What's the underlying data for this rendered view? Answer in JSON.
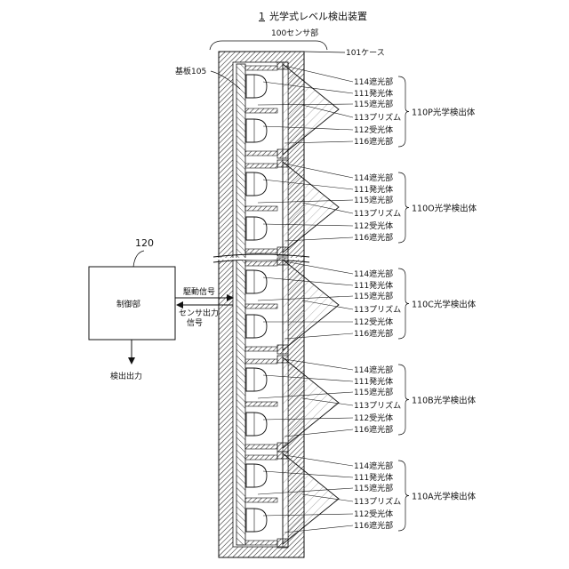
{
  "title_num": "1",
  "title_text": "光学式レベル検出装置",
  "sensor_label": "100センサ部",
  "case_label": "101ケース",
  "board_label": "基板105",
  "controller": {
    "number": "120",
    "label": "制御部",
    "output_label": "検出出力",
    "drive_signal": "駆動信号",
    "sensor_output_line1": "センサ出力",
    "sensor_output_line2": "信号"
  },
  "detectors": [
    {
      "group_label": "110P光学検出体",
      "labels": [
        "114遮光部",
        "111発光体",
        "115遮光部",
        "113プリズム",
        "112受光体",
        "116遮光部"
      ]
    },
    {
      "group_label": "110O光学検出体",
      "labels": [
        "114遮光部",
        "111発光体",
        "115遮光部",
        "113プリズム",
        "112受光体",
        "116遮光部"
      ]
    },
    {
      "group_label": "110C光学検出体",
      "labels": [
        "114遮光部",
        "111発光体",
        "115遮光部",
        "113プリズム",
        "112受光体",
        "116遮光部"
      ]
    },
    {
      "group_label": "110B光学検出体",
      "labels": [
        "114遮光部",
        "111発光体",
        "115遮光部",
        "113プリズム",
        "112受光体",
        "116遮光部"
      ]
    },
    {
      "group_label": "110A光学検出体",
      "labels": [
        "114遮光部",
        "111発光体",
        "115遮光部",
        "113プリズム",
        "112受光体",
        "116遮光部"
      ]
    }
  ]
}
